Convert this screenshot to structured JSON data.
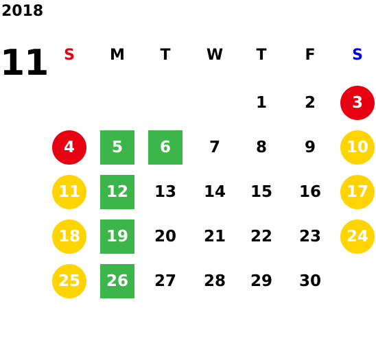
{
  "calendar": {
    "year": "2018",
    "month": "11",
    "weekdays": [
      {
        "label": "S",
        "color": "#e60012"
      },
      {
        "label": "M",
        "color": "#000000"
      },
      {
        "label": "T",
        "color": "#000000"
      },
      {
        "label": "W",
        "color": "#000000"
      },
      {
        "label": "T",
        "color": "#000000"
      },
      {
        "label": "F",
        "color": "#000000"
      },
      {
        "label": "S",
        "color": "#0000e6"
      }
    ],
    "colors": {
      "holiday_red": "#e60012",
      "weekend_yellow": "#ffd400",
      "closed_green": "#3cb54a",
      "text": "#000000"
    },
    "weeks": [
      [
        null,
        null,
        null,
        null,
        {
          "day": "1",
          "style": "plain"
        },
        {
          "day": "2",
          "style": "plain"
        },
        {
          "day": "3",
          "style": "red-circle"
        }
      ],
      [
        {
          "day": "4",
          "style": "red-circle"
        },
        {
          "day": "5",
          "style": "green-square"
        },
        {
          "day": "6",
          "style": "green-square"
        },
        {
          "day": "7",
          "style": "plain"
        },
        {
          "day": "8",
          "style": "plain"
        },
        {
          "day": "9",
          "style": "plain"
        },
        {
          "day": "10",
          "style": "yellow-circle"
        }
      ],
      [
        {
          "day": "11",
          "style": "yellow-circle"
        },
        {
          "day": "12",
          "style": "green-square"
        },
        {
          "day": "13",
          "style": "plain"
        },
        {
          "day": "14",
          "style": "plain"
        },
        {
          "day": "15",
          "style": "plain"
        },
        {
          "day": "16",
          "style": "plain"
        },
        {
          "day": "17",
          "style": "yellow-circle"
        }
      ],
      [
        {
          "day": "18",
          "style": "yellow-circle"
        },
        {
          "day": "19",
          "style": "green-square"
        },
        {
          "day": "20",
          "style": "plain"
        },
        {
          "day": "21",
          "style": "plain"
        },
        {
          "day": "22",
          "style": "plain"
        },
        {
          "day": "23",
          "style": "plain"
        },
        {
          "day": "24",
          "style": "yellow-circle"
        }
      ],
      [
        {
          "day": "25",
          "style": "yellow-circle"
        },
        {
          "day": "26",
          "style": "green-square"
        },
        {
          "day": "27",
          "style": "plain"
        },
        {
          "day": "28",
          "style": "plain"
        },
        {
          "day": "29",
          "style": "plain"
        },
        {
          "day": "30",
          "style": "plain"
        },
        null
      ]
    ]
  }
}
